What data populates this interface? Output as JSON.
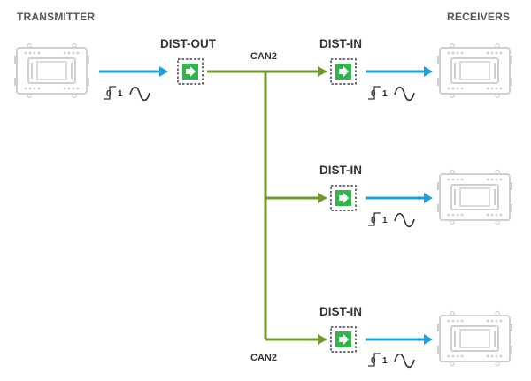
{
  "headers": {
    "transmitter": "TRANSMITTER",
    "receivers": "RECEIVERS"
  },
  "modules": {
    "dist_out": "DIST-OUT",
    "dist_in": [
      "DIST-IN",
      "DIST-IN",
      "DIST-IN"
    ]
  },
  "bus": {
    "top_label": "CAN2",
    "bottom_label": "CAN2"
  },
  "signal": {
    "digital_low": "0",
    "digital_high": "1"
  },
  "colors": {
    "analog_arrow": "#1ea0dc",
    "can_bus": "#6e9a2c",
    "module_fill": "#2fb54b",
    "device_outline": "#cfcfcf",
    "label": "#555555"
  },
  "icons": {
    "device": "device-unit-icon",
    "dist_module": "dist-module-icon",
    "digital_signal": "digital-step-icon",
    "analog_signal": "sine-wave-icon"
  }
}
